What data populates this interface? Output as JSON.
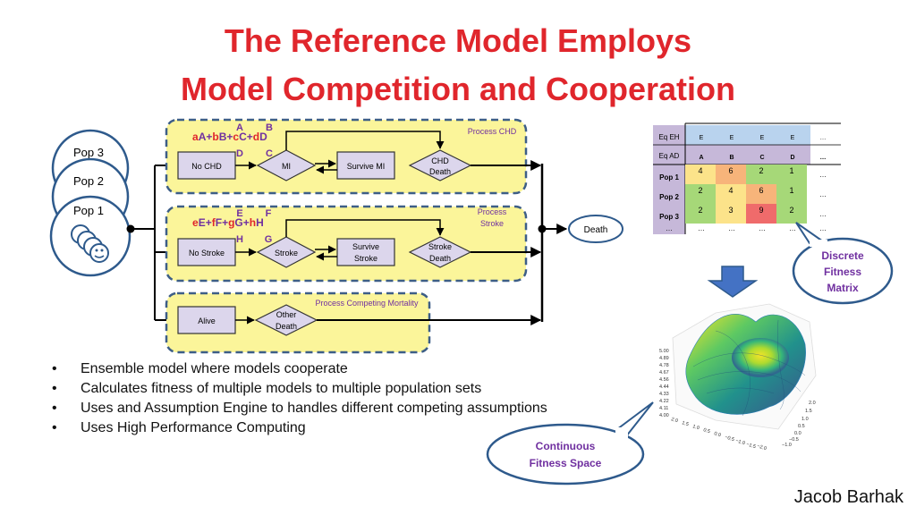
{
  "title": {
    "line1": "The Reference Model Employs",
    "line2": "Model Competition and Cooperation"
  },
  "populations": [
    "Pop 3",
    "Pop 2",
    "Pop 1"
  ],
  "chd": {
    "process_label": "Process CHD",
    "formula": {
      "a": "a",
      "A": "A",
      "b": "b",
      "B": "B",
      "c": "c",
      "C": "C",
      "d": "d",
      "D": "D"
    },
    "top_letters": [
      "A",
      "B"
    ],
    "bottom_letters": [
      "D",
      "C"
    ],
    "states": {
      "no_chd": "No CHD",
      "mi": "MI",
      "survive_mi": "Survive MI",
      "chd_death_1": "CHD",
      "chd_death_2": "Death"
    }
  },
  "stroke": {
    "process_label_1": "Process",
    "process_label_2": "Stroke",
    "formula": {
      "e": "e",
      "E": "E",
      "f": "f",
      "F": "F",
      "g": "g",
      "G": "G",
      "h": "h",
      "H": "H"
    },
    "top_letters": [
      "E",
      "F"
    ],
    "bottom_letters": [
      "H",
      "G"
    ],
    "states": {
      "no_stroke": "No Stroke",
      "stroke": "Stroke",
      "survive_1": "Survive",
      "survive_2": "Stroke",
      "death_1": "Stroke",
      "death_2": "Death"
    }
  },
  "competing": {
    "process_label": "Process Competing Mortality",
    "states": {
      "alive": "Alive",
      "other_1": "Other",
      "other_2": "Death"
    }
  },
  "death_label": "Death",
  "matrix": {
    "row_eh": "Eq EH",
    "row_ad": "Eq AD",
    "eh_cells": [
      "E",
      "E",
      "E",
      "E",
      "…"
    ],
    "ad_cells": [
      "A",
      "B",
      "C",
      "D",
      "…"
    ],
    "pops": [
      "Pop 1",
      "Pop 2",
      "Pop 3"
    ],
    "values": [
      [
        "4",
        "6",
        "2",
        "1"
      ],
      [
        "2",
        "4",
        "6",
        "1"
      ],
      [
        "2",
        "3",
        "9",
        "2"
      ]
    ],
    "ellipsis": "…",
    "colors": {
      "header": "#c6b8d9",
      "eh": "#b9d3ee",
      "good": "#a6d878",
      "mid": "#fce38a",
      "warm": "#f7b47a",
      "bad": "#ef6b6b",
      "pop": "#e6ddb8"
    }
  },
  "callout_discrete": [
    "Discrete",
    "Fitness",
    "Matrix"
  ],
  "callout_continuous": [
    "Continuous",
    "Fitness Space"
  ],
  "surface": {
    "z_ticks": [
      "5.00",
      "4.89",
      "4.78",
      "4.67",
      "4.56",
      "4.44",
      "4.33",
      "4.22",
      "4.11",
      "4.00"
    ],
    "x_ticks": [
      "2.0",
      "1.5",
      "1.0",
      "0.5",
      "0.0",
      "−0.5",
      "−1.0",
      "−1.5",
      "−2.0"
    ],
    "y_ticks": [
      "2.0",
      "1.5",
      "1.0",
      "0.5",
      "0.0",
      "−0.5",
      "−1.0"
    ]
  },
  "bullets": [
    "Ensemble model where models cooperate",
    "Calculates fitness of multiple models to multiple population sets",
    "Uses and Assumption Engine to handles different competing assumptions",
    "Uses High Performance Computing"
  ],
  "author": "Jacob Barhak"
}
